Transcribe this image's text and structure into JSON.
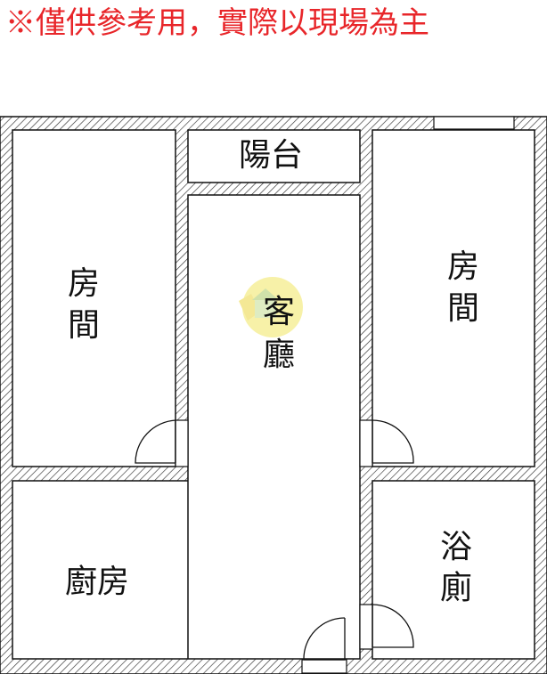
{
  "header": {
    "disclaimer": "※僅供參考用，實際以現場為主"
  },
  "rooms": {
    "bedroom_left": {
      "line1": "房",
      "line2": "間"
    },
    "bedroom_right": {
      "line1": "房",
      "line2": "間"
    },
    "balcony": {
      "label": "陽台"
    },
    "living_room": {
      "line1": "客",
      "line2": "廳"
    },
    "kitchen": {
      "label": "廚房"
    },
    "bathroom": {
      "line1": "浴",
      "line2": "廁"
    }
  },
  "colors": {
    "disclaimer": "#e8262a",
    "wall_stroke": "#111111",
    "hatch": "#333333",
    "watermark": "#f3ea8a"
  },
  "icons": {
    "watermark": "house-logo-watermark"
  }
}
